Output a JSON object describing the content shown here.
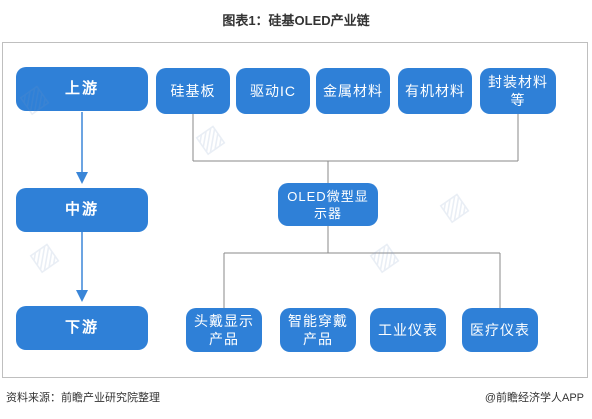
{
  "title": "图表1：硅基OLED产业链",
  "stages": {
    "upstream": "上游",
    "midstream": "中游",
    "downstream": "下游"
  },
  "upstream_items": [
    "硅基板",
    "驱动IC",
    "金属材料",
    "有机材料",
    "封装材料等"
  ],
  "midstream_item": "OLED微型显示器",
  "downstream_items": [
    "头戴显示产品",
    "智能穿戴产品",
    "工业仪表",
    "医疗仪表"
  ],
  "footer": {
    "source": "资料来源：前瞻产业研究院整理",
    "brand": "@前瞻经济学人APP"
  },
  "colors": {
    "box_fill": "#2f80d7",
    "connector": "#8a8a8a",
    "arrow": "#3a86d8"
  }
}
